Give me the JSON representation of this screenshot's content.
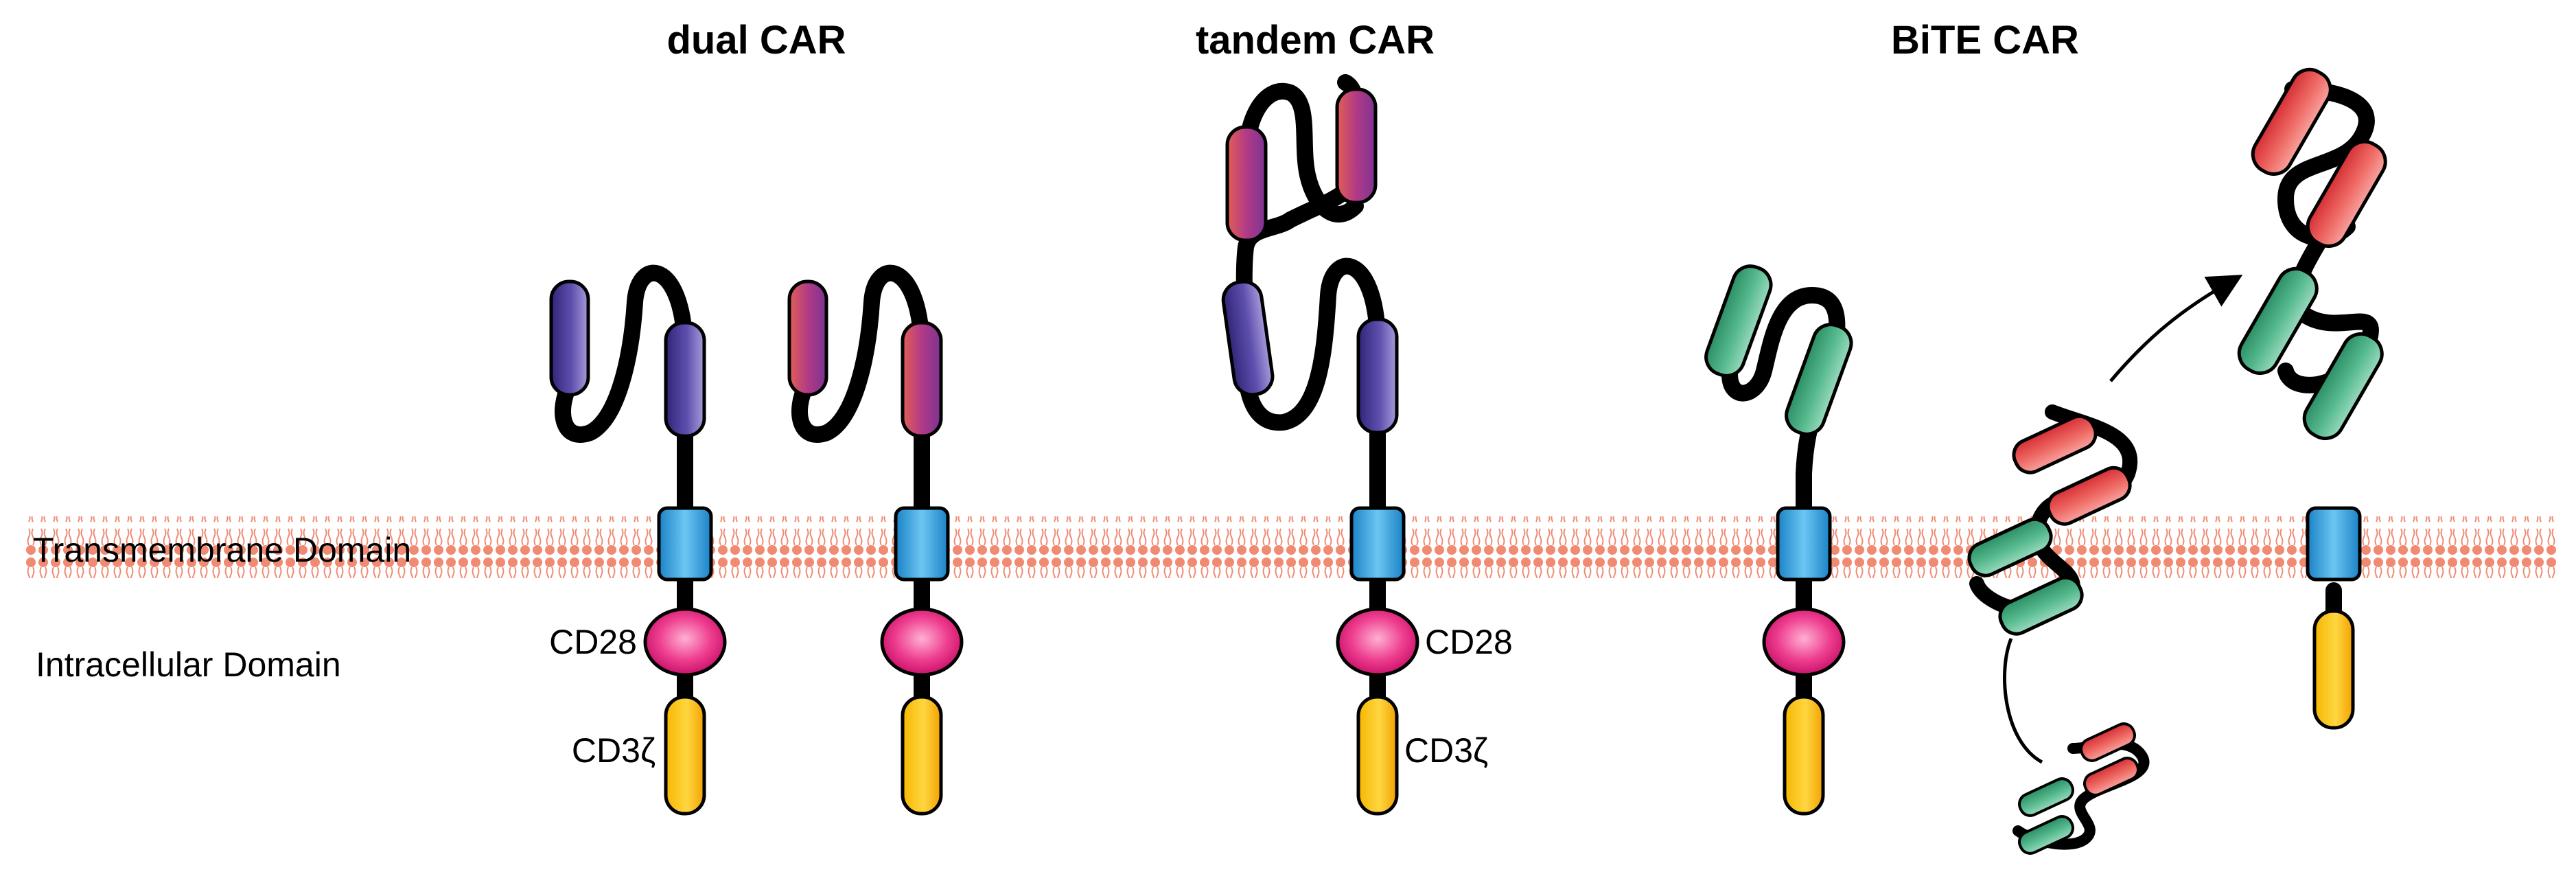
{
  "titles": {
    "dual": "dual CAR",
    "tandem": "tandem CAR",
    "bite": "BiTE CAR"
  },
  "membrane": {
    "label": "Transmembrane Domain",
    "color": "#f08a72"
  },
  "intracellular": {
    "label": "Intracellular Domain"
  },
  "labels": {
    "cd28_left": "CD28",
    "cd3z_left": "CD3ζ",
    "cd28_right": "CD28",
    "cd3z_right": "CD3ζ"
  },
  "colors": {
    "transmembrane": "#2e9ad6",
    "cd28": "#e6207a",
    "cd3z": "#f2a900",
    "scfv_purple": "#4a3a96",
    "scfv_magenta": "#a1388f",
    "scfv_red": "#e64545",
    "scfv_green": "#3aa57b"
  }
}
